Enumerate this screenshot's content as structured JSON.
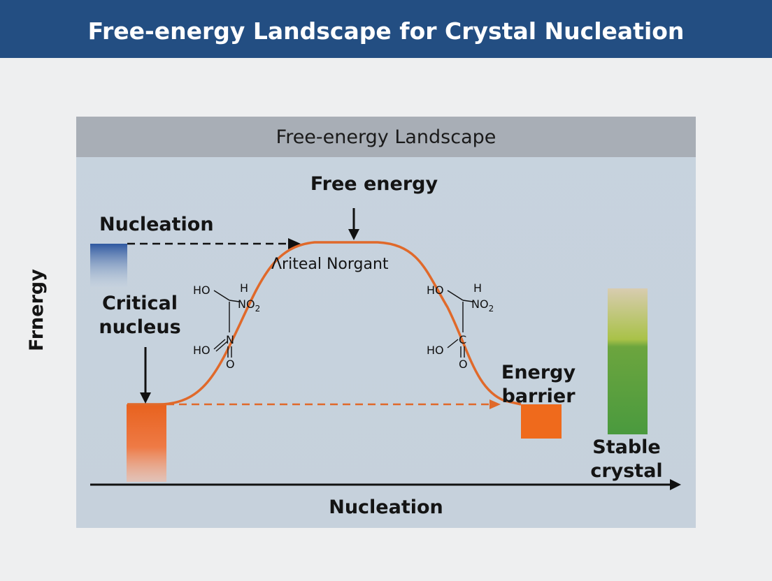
{
  "header": {
    "title": "Free-energy Landscape for Crystal Nucleation"
  },
  "panel": {
    "title": "Free-energy Landscape"
  },
  "labels": {
    "free_energy": "Free energy",
    "nucleation_top": "Nucleation",
    "critical_nucleus_line1": "Critical",
    "critical_nucleus_line2": "nucleus",
    "crest": "Ʌriteal Norgant",
    "energy_barrier_line1": "Energy",
    "energy_barrier_line2": "barrier",
    "stable_crystal_line1": "Stable",
    "stable_crystal_line2": "crystal",
    "y_axis": "Frnergy",
    "x_axis": "Nucleation"
  },
  "molecule_left": {
    "ho_top": "HO",
    "h": "H",
    "no2": "NO",
    "no2_sub": "2",
    "ho_bottom": "HO",
    "n": "N",
    "o": "O"
  },
  "molecule_right": {
    "ho_top": "HO",
    "h": "H",
    "no2": "NO",
    "no2_sub": "2",
    "ho_bottom": "HO",
    "c": "C",
    "o": "O"
  },
  "colors": {
    "header": "#234e82",
    "curve": "#e0692a",
    "orange_bar": "#e8621e",
    "blue_bar": "#3f67a8",
    "green_bar": "#4a9a3e",
    "panel": "#c7d3de",
    "panel_header": "#a8aeb6"
  }
}
